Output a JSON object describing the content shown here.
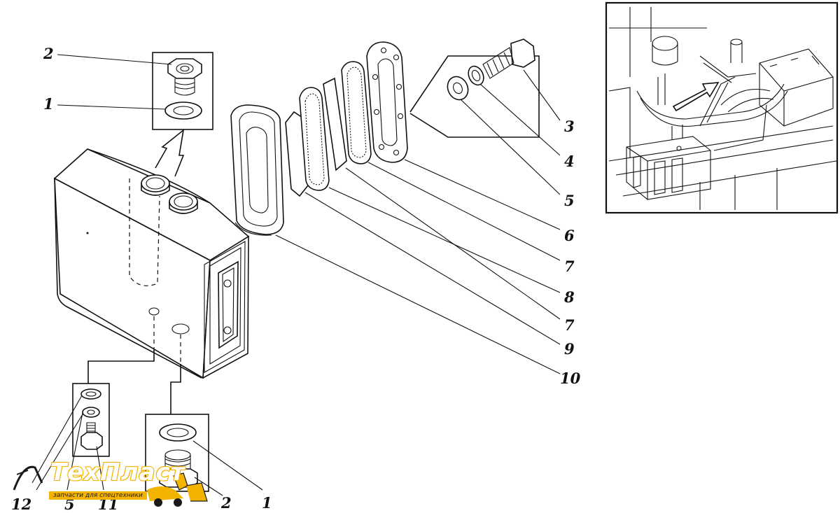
{
  "callouts": {
    "c2_top": "2",
    "c1_top": "1",
    "c3": "3",
    "c4": "4",
    "c5": "5",
    "c6": "6",
    "c7a": "7",
    "c8": "8",
    "c7b": "7",
    "c9": "9",
    "c10": "10",
    "c12": "12",
    "c5_bottom": "5",
    "c11": "11",
    "c2_bottom": "2",
    "c1_bottom": "1"
  },
  "logo": {
    "name": "ТехПласт",
    "tagline": "запчасти для спецтехники",
    "accent_color": "#f2b400"
  }
}
